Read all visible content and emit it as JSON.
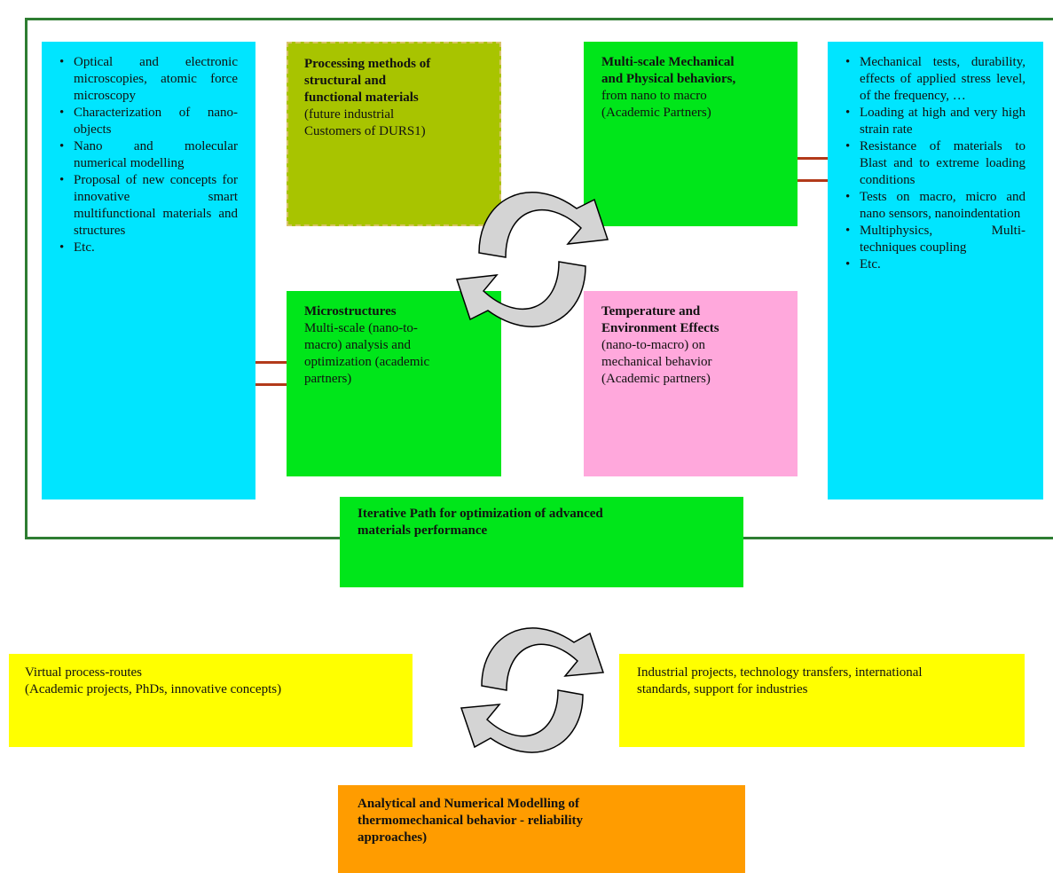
{
  "left_list": {
    "items": [
      "Optical and electronic microscopies, atomic force microscopy",
      "Characterization of nano-objects",
      "Nano and molecular numerical modelling",
      "Proposal of new concepts for innovative smart multifunctional materials and structures",
      "Etc."
    ]
  },
  "processing": {
    "title": "Processing methods of\nstructural and\nfunctional materials",
    "body": "(future industrial\nCustomers of DURS1)"
  },
  "multiscale": {
    "title": "Multi-scale Mechanical\nand Physical behaviors,",
    "body": "from nano to macro\n(Academic Partners)"
  },
  "right_list": {
    "items": [
      "Mechanical tests, durability, effects of applied stress level, of the frequency, …",
      "Loading at high and very high strain rate",
      "Resistance of materials to Blast and to extreme loading conditions",
      "Tests on macro, micro and nano sensors, nanoindentation",
      "Multiphysics, Multi-techniques coupling",
      "Etc."
    ]
  },
  "microstructures": {
    "title": "Microstructures",
    "body": "Multi-scale (nano-to-\nmacro) analysis and\noptimization (academic\npartners)"
  },
  "temperature": {
    "title": "Temperature and\nEnvironment Effects",
    "body": "(nano-to-macro) on\nmechanical behavior\n(Academic partners)"
  },
  "iterative": {
    "title": "Iterative Path for optimization of advanced\nmaterials performance"
  },
  "virtual": {
    "body": "Virtual process-routes\n(Academic projects, PhDs,  innovative concepts)"
  },
  "industrial": {
    "body": "Industrial projects, technology transfers, international\nstandards, support for industries"
  },
  "analytical": {
    "title": "Analytical and Numerical Modelling of\nthermomechanical behavior - reliability\napproaches)"
  },
  "colors": {
    "frame": "#2e7d32",
    "cyan": "#00e5ff",
    "green": "#00e61a",
    "olive": "#a8c400",
    "pink": "#ffa8dc",
    "yellow": "#ffff00",
    "orange": "#ff9c00",
    "connector": "#b23a1a",
    "arrow_fill": "#d4d4d4"
  }
}
